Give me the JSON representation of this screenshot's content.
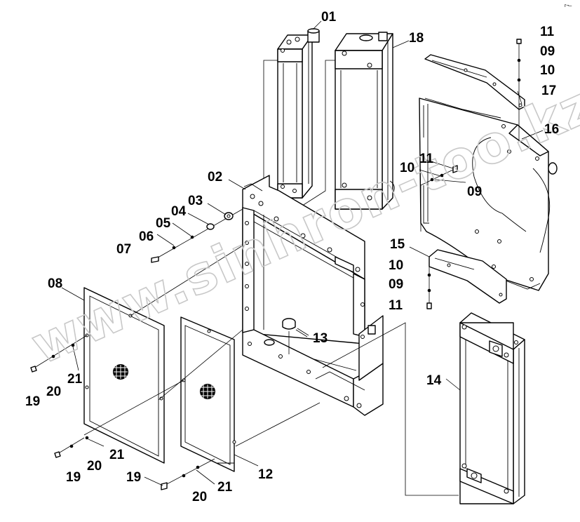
{
  "watermark": "www.sinhron-too.kz",
  "corner_mark": "r¬–",
  "callouts": {
    "c01": "01",
    "c02": "02",
    "c03": "03",
    "c04": "04",
    "c05": "05",
    "c06": "06",
    "c07": "07",
    "c08": "08",
    "c09a": "09",
    "c09b": "09",
    "c09c": "09",
    "c10a": "10",
    "c10b": "10",
    "c10c": "10",
    "c11a": "11",
    "c11b": "11",
    "c11c": "11",
    "c12": "12",
    "c13": "13",
    "c14": "14",
    "c15": "15",
    "c16": "16",
    "c17": "17",
    "c18": "18",
    "c19a": "19",
    "c19b": "19",
    "c19c": "19",
    "c20a": "20",
    "c20b": "20",
    "c20c": "20",
    "c21a": "21",
    "c21b": "21",
    "c21c": "21"
  }
}
